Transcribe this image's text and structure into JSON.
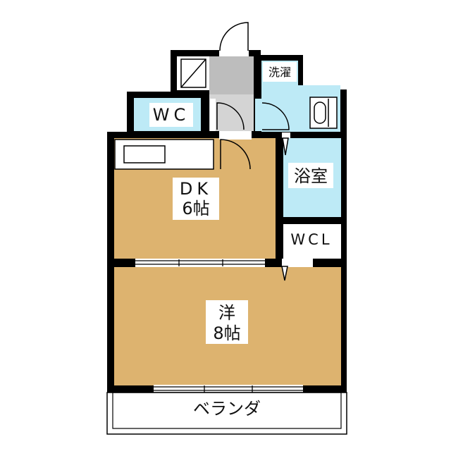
{
  "rooms": {
    "wc": "WC",
    "laundry": "洗濯",
    "dk_name": "DK",
    "dk_size": "6帖",
    "bath": "浴室",
    "wcl": "WCL",
    "western_name": "洋",
    "western_size": "8帖",
    "balcony": "ベランダ"
  },
  "colors": {
    "room_floor": "#ddb36f",
    "wet_area": "#bdeaf6",
    "hallway": "#bdbdbd",
    "wall": "#000000"
  }
}
